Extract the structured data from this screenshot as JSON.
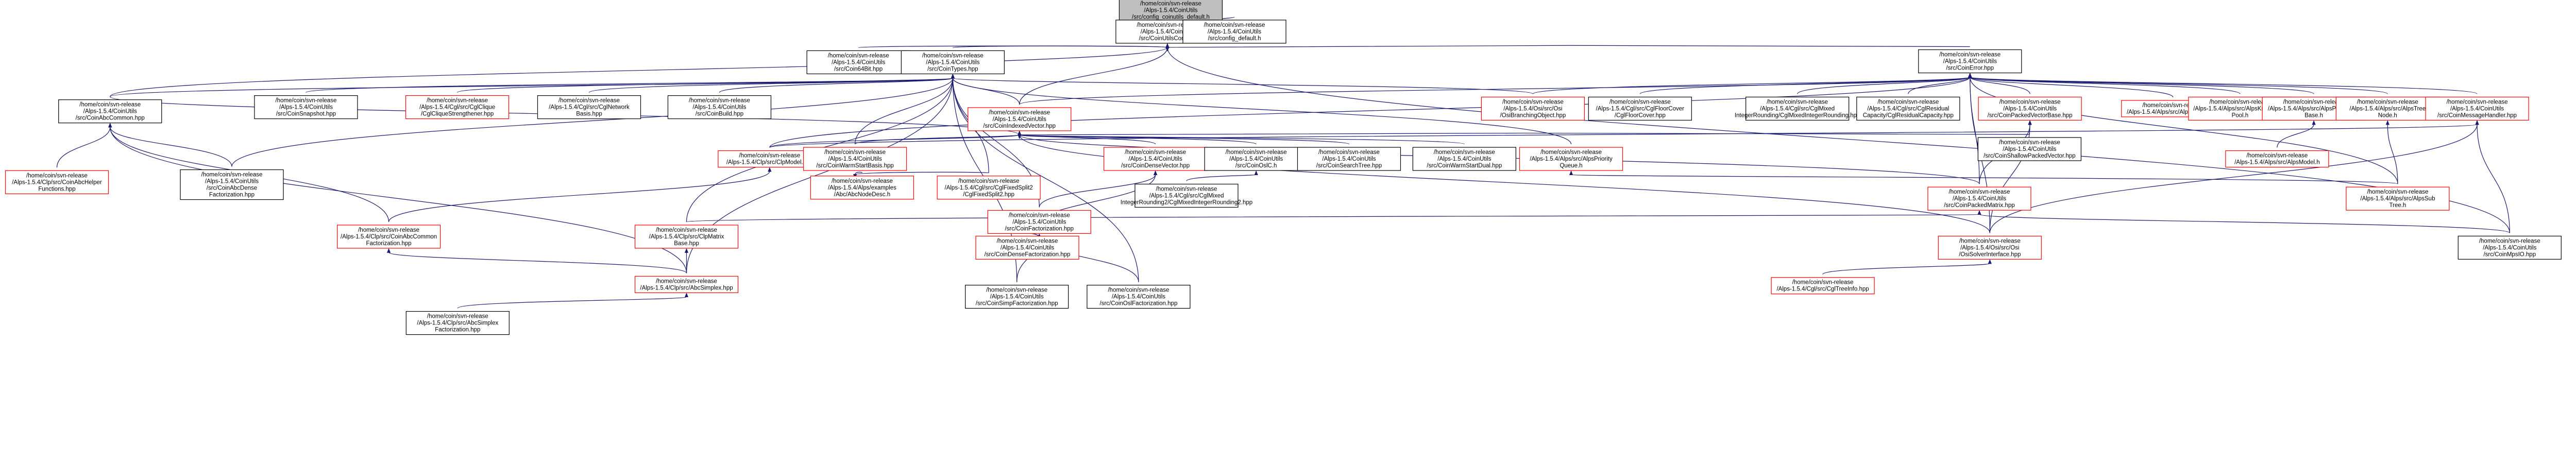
{
  "diagram": {
    "colors": {
      "edge": "#191970",
      "border_default": "#000000",
      "border_red": "#ff0000",
      "fill_root": "#bfbfbf",
      "fill_default": "#ffffff",
      "text": "#000000"
    },
    "nodes": [
      {
        "id": "root",
        "lines": [
          "/home/coin/svn-release",
          "/Alps-1.5.4/CoinUtils",
          "/src/config_coinutils_default.h"
        ],
        "border": "gray",
        "root": true
      },
      {
        "id": "coinutilsconfig",
        "lines": [
          "/home/coin/svn-release",
          "/Alps-1.5.4/CoinUtils",
          "/src/CoinUtilsConfig.h"
        ],
        "border": "black"
      },
      {
        "id": "config_default",
        "lines": [
          "/home/coin/svn-release",
          "/Alps-1.5.4/CoinUtils",
          "/src/config_default.h"
        ],
        "border": "black"
      },
      {
        "id": "coin64bit",
        "lines": [
          "/home/coin/svn-release",
          "/Alps-1.5.4/CoinUtils",
          "/src/Coin64Bit.hpp"
        ],
        "border": "black"
      },
      {
        "id": "cointypes",
        "lines": [
          "/home/coin/svn-release",
          "/Alps-1.5.4/CoinUtils",
          "/src/CoinTypes.hpp"
        ],
        "border": "black"
      },
      {
        "id": "coinerror",
        "lines": [
          "/home/coin/svn-release",
          "/Alps-1.5.4/CoinUtils",
          "/src/CoinError.hpp"
        ],
        "border": "black"
      },
      {
        "id": "coinabccommon",
        "lines": [
          "/home/coin/svn-release",
          "/Alps-1.5.4/CoinUtils",
          "/src/CoinAbcCommon.hpp"
        ],
        "border": "black"
      },
      {
        "id": "coinsnapshot",
        "lines": [
          "/home/coin/svn-release",
          "/Alps-1.5.4/CoinUtils",
          "/src/CoinSnapshot.hpp"
        ],
        "border": "black"
      },
      {
        "id": "cglclique",
        "lines": [
          "/home/coin/svn-release",
          "/Alps-1.5.4/Cgl/src/CglClique",
          "/CglCliqueStrengthener.hpp"
        ],
        "border": "red"
      },
      {
        "id": "cglnetwork",
        "lines": [
          "/home/coin/svn-release",
          "/Alps-1.5.4/Cgl/src/CglNetwork",
          "Basis.hpp"
        ],
        "border": "black"
      },
      {
        "id": "coinbuild",
        "lines": [
          "/home/coin/svn-release",
          "/Alps-1.5.4/CoinUtils",
          "/src/CoinBuild.hpp"
        ],
        "border": "black"
      },
      {
        "id": "coinindexedvector",
        "lines": [
          "/home/coin/svn-release",
          "/Alps-1.5.4/CoinUtils",
          "/src/CoinIndexedVector.hpp"
        ],
        "border": "red"
      },
      {
        "id": "osibranching",
        "lines": [
          "/home/coin/svn-release",
          "/Alps-1.5.4/Osi/src/Osi",
          "/OsiBranchingObject.hpp"
        ],
        "border": "red"
      },
      {
        "id": "cgfloorcover",
        "lines": [
          "/home/coin/svn-release",
          "/Alps-1.5.4/Cgl/src/CglFloorCover",
          "/CglFloorCover.hpp"
        ],
        "border": "black"
      },
      {
        "id": "cglmixedinteger",
        "lines": [
          "/home/coin/svn-release",
          "/Alps-1.5.4/Cgl/src/CglMixed",
          "IntegerRounding/CglMixedIntegerRounding.hpp"
        ],
        "border": "black"
      },
      {
        "id": "cglresidual",
        "lines": [
          "/home/coin/svn-release",
          "/Alps-1.5.4/Cgl/src/CglResidual",
          "Capacity/CglResidualCapacity.hpp"
        ],
        "border": "black"
      },
      {
        "id": "coinpackedvectorbase",
        "lines": [
          "/home/coin/svn-release",
          "/Alps-1.5.4/CoinUtils",
          "/src/CoinPackedVectorBase.hpp"
        ],
        "border": "red"
      },
      {
        "id": "alpsencoded",
        "lines": [
          "/home/coin/svn-release",
          "/Alps-1.5.4/Alps/src/AlpsEncoded.h"
        ],
        "border": "red"
      },
      {
        "id": "alpsknowledgepool",
        "lines": [
          "/home/coin/svn-release",
          "/Alps-1.5.4/Alps/src/AlpsKnowledge",
          "Pool.h"
        ],
        "border": "red"
      },
      {
        "id": "alpsparameterbase",
        "lines": [
          "/home/coin/svn-release",
          "/Alps-1.5.4/Alps/src/AlpsParameter",
          "Base.h"
        ],
        "border": "red"
      },
      {
        "id": "alpstreenode",
        "lines": [
          "/home/coin/svn-release",
          "/Alps-1.5.4/Alps/src/AlpsTree",
          "Node.h"
        ],
        "border": "red"
      },
      {
        "id": "coinmessagehandler",
        "lines": [
          "/home/coin/svn-release",
          "/Alps-1.5.4/CoinUtils",
          "/src/CoinMessageHandler.hpp"
        ],
        "border": "red"
      },
      {
        "id": "clpmodel",
        "lines": [
          "/home/coin/svn-release",
          "/Alps-1.5.4/Clp/src/ClpModel.hpp"
        ],
        "border": "red"
      },
      {
        "id": "coinwarmstartbasis",
        "lines": [
          "/home/coin/svn-release",
          "/Alps-1.5.4/CoinUtils",
          "/src/CoinWarmStartBasis.hpp"
        ],
        "border": "red"
      },
      {
        "id": "coindensevector",
        "lines": [
          "/home/coin/svn-release",
          "/Alps-1.5.4/CoinUtils",
          "/src/CoinDenseVector.hpp"
        ],
        "border": "red"
      },
      {
        "id": "coinoslc",
        "lines": [
          "/home/coin/svn-release",
          "/Alps-1.5.4/CoinUtils",
          "/src/CoinOslC.h"
        ],
        "border": "black"
      },
      {
        "id": "coinsearchtree",
        "lines": [
          "/home/coin/svn-release",
          "/Alps-1.5.4/CoinUtils",
          "/src/CoinSearchTree.hpp"
        ],
        "border": "black"
      },
      {
        "id": "coinwarmstartdual",
        "lines": [
          "/home/coin/svn-release",
          "/Alps-1.5.4/CoinUtils",
          "/src/CoinWarmStartDual.hpp"
        ],
        "border": "black"
      },
      {
        "id": "alpspriorityqueue",
        "lines": [
          "/home/coin/svn-release",
          "/Alps-1.5.4/Alps/src/AlpsPriority",
          "Queue.h"
        ],
        "border": "red"
      },
      {
        "id": "coinshallowpacked",
        "lines": [
          "/home/coin/svn-release",
          "/Alps-1.5.4/CoinUtils",
          "/src/CoinShallowPackedVector.hpp"
        ],
        "border": "black"
      },
      {
        "id": "alpsmodel",
        "lines": [
          "/home/coin/svn-release",
          "/Alps-1.5.4/Alps/src/AlpsModel.h"
        ],
        "border": "red"
      },
      {
        "id": "coinabcdense",
        "lines": [
          "/home/coin/svn-release",
          "/Alps-1.5.4/CoinUtils",
          "/src/CoinAbcDense",
          "Factorization.hpp"
        ],
        "border": "black"
      },
      {
        "id": "coinabchelper",
        "lines": [
          "/home/coin/svn-release",
          "/Alps-1.5.4/Clp/src/CoinAbcHelper",
          "Functions.hpp"
        ],
        "border": "red"
      },
      {
        "id": "alpsknapsack",
        "lines": [
          "/home/coin/svn-release",
          "/Alps-1.5.4/Alps/examples",
          "/Abc/AbcNodeDesc.h"
        ],
        "border": "red"
      },
      {
        "id": "cglfixedsplit",
        "lines": [
          "/home/coin/svn-release",
          "/Alps-1.5.4/Cgl/src/CglFixedSplit2",
          "/CglFixedSplit2.hpp"
        ],
        "border": "red"
      },
      {
        "id": "cglmixed2",
        "lines": [
          "/home/coin/svn-release",
          "/Alps-1.5.4/Cgl/src/CglMixed",
          "IntegerRounding2/CglMixedIntegerRounding2.hpp"
        ],
        "border": "black"
      },
      {
        "id": "coinpackedmatrix",
        "lines": [
          "/home/coin/svn-release",
          "/Alps-1.5.4/CoinUtils",
          "/src/CoinPackedMatrix.hpp"
        ],
        "border": "red"
      },
      {
        "id": "alpssubtree",
        "lines": [
          "/home/coin/svn-release",
          "/Alps-1.5.4/Alps/src/AlpsSub",
          "Tree.h"
        ],
        "border": "red"
      },
      {
        "id": "coinfactorization",
        "lines": [
          "/home/coin/svn-release",
          "/Alps-1.5.4/CoinUtils",
          "/src/CoinFactorization.hpp"
        ],
        "border": "red"
      },
      {
        "id": "coinabccommonfactor",
        "lines": [
          "/home/coin/svn-release",
          "/Alps-1.5.4/Clp/src/CoinAbcCommon",
          "Factorization.hpp"
        ],
        "border": "red"
      },
      {
        "id": "clpmatrixbase",
        "lines": [
          "/home/coin/svn-release",
          "/Alps-1.5.4/Clp/src/ClpMatrix",
          "Base.hpp"
        ],
        "border": "red"
      },
      {
        "id": "coindensefactor",
        "lines": [
          "/home/coin/svn-release",
          "/Alps-1.5.4/CoinUtils",
          "/src/CoinDenseFactorization.hpp"
        ],
        "border": "red"
      },
      {
        "id": "osisolverinterface",
        "lines": [
          "/home/coin/svn-release",
          "/Alps-1.5.4/Osi/src/Osi",
          "/OsiSolverInterface.hpp"
        ],
        "border": "red"
      },
      {
        "id": "coinmpsio",
        "lines": [
          "/home/coin/svn-release",
          "/Alps-1.5.4/CoinUtils",
          "/src/CoinMpsIO.hpp"
        ],
        "border": "black"
      },
      {
        "id": "abcsimplex",
        "lines": [
          "/home/coin/svn-release",
          "/Alps-1.5.4/Clp/src/AbcSimplex.hpp"
        ],
        "border": "red"
      },
      {
        "id": "cgltreeinfo",
        "lines": [
          "/home/coin/svn-release",
          "/Alps-1.5.4/Cgl/src/CglTreeInfo.hpp"
        ],
        "border": "red"
      },
      {
        "id": "coinsimpfactor",
        "lines": [
          "/home/coin/svn-release",
          "/Alps-1.5.4/CoinUtils",
          "/src/CoinSimpFactorization.hpp"
        ],
        "border": "black"
      },
      {
        "id": "coinoslfactor",
        "lines": [
          "/home/coin/svn-release",
          "/Alps-1.5.4/CoinUtils",
          "/src/CoinOslFactorization.hpp"
        ],
        "border": "black"
      },
      {
        "id": "abcsimplexfactor",
        "lines": [
          "/home/coin/svn-release",
          "/Alps-1.5.4/Clp/src/AbcSimplex",
          "Factorization.hpp"
        ],
        "border": "black"
      }
    ]
  }
}
